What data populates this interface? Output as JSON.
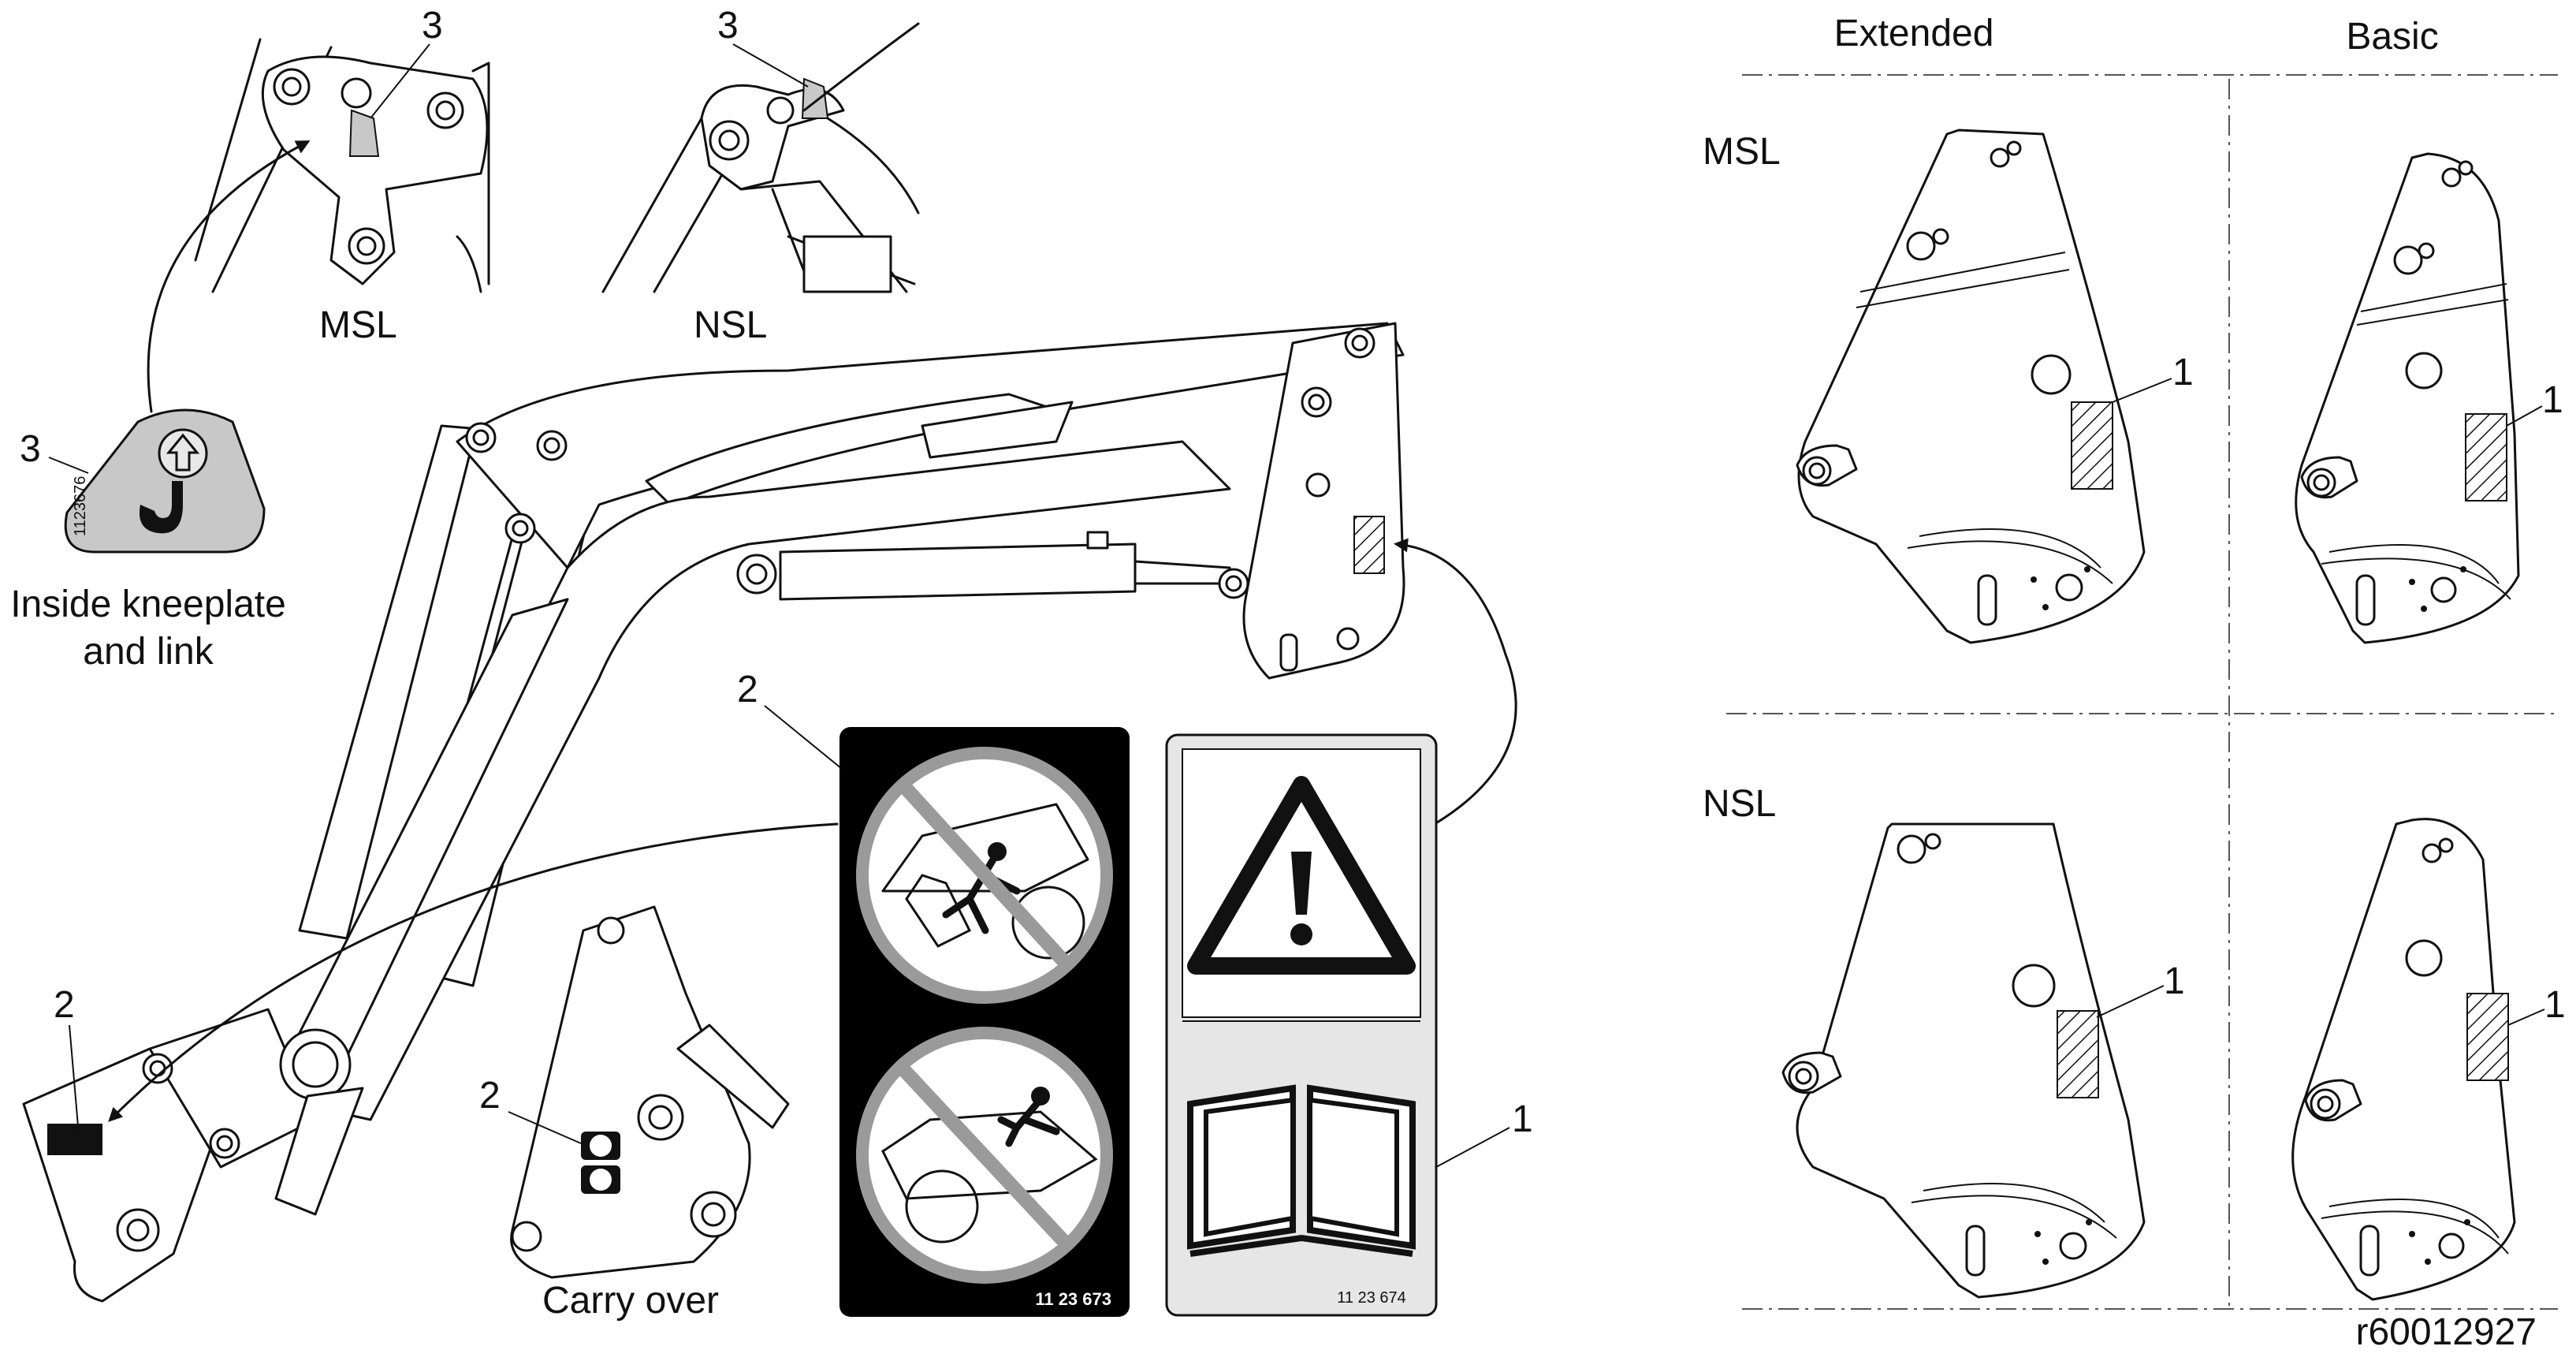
{
  "figure_id": "r60012927",
  "callouts": {
    "one": "1",
    "two": "2",
    "three": "3"
  },
  "insets": {
    "msl_label": "MSL",
    "nsl_label": "NSL"
  },
  "hook_decal": {
    "caption": "Inside kneeplate and link",
    "caption_line1": "Inside kneeplate",
    "caption_line2": "and link",
    "part_number": "1123676"
  },
  "carry_over": {
    "caption": "Carry over"
  },
  "decal_2": {
    "part_number": "11 23 673"
  },
  "decal_1": {
    "part_number": "11 23 674"
  },
  "grid": {
    "col_extended": "Extended",
    "col_basic": "Basic",
    "row_msl": "MSL",
    "row_nsl": "NSL"
  },
  "colors": {
    "line": "#111111",
    "decal_grey": "#c8c8c8",
    "decal_black": "#000000",
    "panel_grey": "#e6e6e6"
  }
}
